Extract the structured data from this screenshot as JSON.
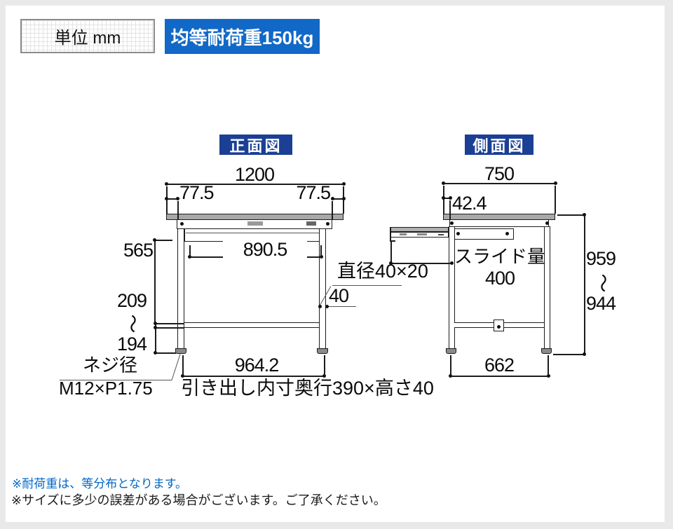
{
  "colors": {
    "badge_blue": "#1268c6",
    "title_navy": "#1b3f94",
    "note_blue": "#0067c5",
    "tabletop_gray": "#a8a8a8"
  },
  "header": {
    "unit_label": "単位 mm",
    "load_label": "均等耐荷重150kg"
  },
  "front": {
    "title": "正面図",
    "width": "1200",
    "overhang_left": "77.5",
    "overhang_right": "77.5",
    "drawer_width": "890.5",
    "upper_height": "565",
    "adjust_max": "209",
    "adjust_tilde": "～",
    "adjust_min": "194",
    "pipe_note": "直径40×20",
    "pipe_width": "40",
    "screw_line1": "ネジ径",
    "screw_line2": "M12×P1.75",
    "base_span": "964.2",
    "drawer_note": "引き出し内寸奥行390×高さ40"
  },
  "side": {
    "title": "側面図",
    "depth": "750",
    "overhang": "42.4",
    "slide_label": "スライド量",
    "slide_value": "400",
    "height_max": "959",
    "height_tilde": "～",
    "height_min": "944",
    "base_span": "662"
  },
  "notes": {
    "load_note": "※耐荷重は、等分布となります。",
    "size_note": "※サイズに多少の誤差がある場合がございます。ご了承ください。"
  }
}
